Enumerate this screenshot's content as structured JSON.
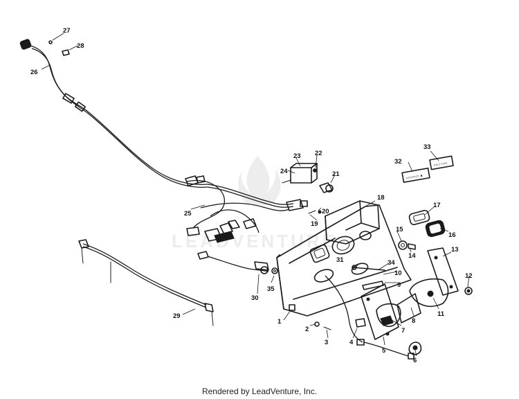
{
  "watermark": {
    "text": "LEADVENTURE"
  },
  "footer": {
    "text": "Rendered by LeadVenture, Inc."
  },
  "labels": [
    {
      "id": "1",
      "text": "1"
    },
    {
      "id": "2",
      "text": "2"
    },
    {
      "id": "3",
      "text": "3"
    },
    {
      "id": "4",
      "text": "4"
    },
    {
      "id": "5",
      "text": "5"
    },
    {
      "id": "6",
      "text": "6"
    },
    {
      "id": "7",
      "text": "7"
    },
    {
      "id": "8",
      "text": "8"
    },
    {
      "id": "9",
      "text": "9"
    },
    {
      "id": "10",
      "text": "10"
    },
    {
      "id": "11",
      "text": "11"
    },
    {
      "id": "12",
      "text": "12"
    },
    {
      "id": "13",
      "text": "13"
    },
    {
      "id": "14",
      "text": "14"
    },
    {
      "id": "15",
      "text": "15"
    },
    {
      "id": "16",
      "text": "16"
    },
    {
      "id": "17",
      "text": "17"
    },
    {
      "id": "18",
      "text": "18"
    },
    {
      "id": "19",
      "text": "19"
    },
    {
      "id": "20",
      "text": "20"
    },
    {
      "id": "21",
      "text": "21"
    },
    {
      "id": "22",
      "text": "22"
    },
    {
      "id": "23",
      "text": "23"
    },
    {
      "id": "24",
      "text": "24"
    },
    {
      "id": "25",
      "text": "25"
    },
    {
      "id": "26",
      "text": "26"
    },
    {
      "id": "27",
      "text": "27"
    },
    {
      "id": "28",
      "text": "28"
    },
    {
      "id": "29",
      "text": "29"
    },
    {
      "id": "30",
      "text": "30"
    },
    {
      "id": "31",
      "text": "31"
    },
    {
      "id": "32",
      "text": "32"
    },
    {
      "id": "33",
      "text": "33"
    },
    {
      "id": "34",
      "text": "34"
    },
    {
      "id": "35",
      "text": "35"
    }
  ]
}
